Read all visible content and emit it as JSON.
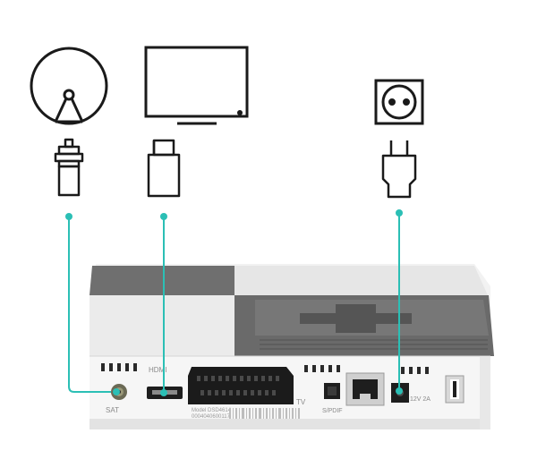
{
  "colors": {
    "accent": "#2bbfb5",
    "icon_stroke": "#1a1a1a",
    "device_body": "#ececec",
    "device_top": "#6f6f6f",
    "panel": "#f4f4f4"
  },
  "icons": [
    "satellite-dish-icon",
    "tv-icon",
    "power-socket-icon",
    "f-connector-plug-icon",
    "hdmi-plug-icon",
    "power-plug-icon"
  ],
  "rear_panel": {
    "sat_label": "SAT",
    "hdmi_label": "HDMI",
    "tv_label": "TV",
    "spdif_label": "S/PDIF",
    "power_label": "12V 2A",
    "model_label": "Model DSD4614",
    "serial_label": "0004040600117"
  }
}
